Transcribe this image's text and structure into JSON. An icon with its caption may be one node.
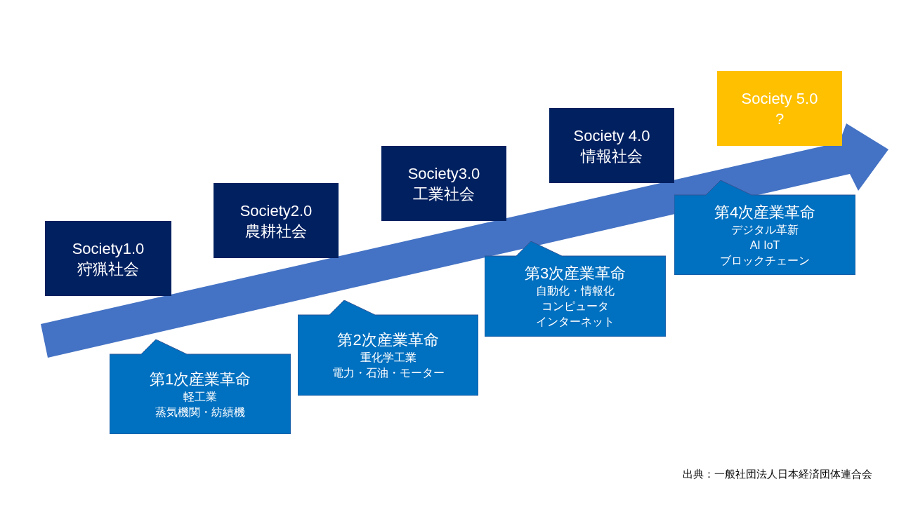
{
  "diagram": {
    "nodes": [
      {
        "text": [
          "Society1.0",
          "狩猟社会"
        ]
      },
      {
        "text": [
          "Society2.0",
          "農耕社会"
        ]
      },
      {
        "text": [
          "Society3.0",
          "工業社会"
        ]
      },
      {
        "text": [
          "Society 4.0",
          "情報社会"
        ]
      },
      {
        "text": [
          "Society 5.0",
          "?"
        ]
      },
      {
        "text": [
          "第1次産業革命",
          "軽工業",
          "蒸気機関・紡績機"
        ]
      },
      {
        "text": [
          "第2次産業革命",
          "重化学工業",
          "電力・石油・モーター"
        ]
      },
      {
        "text": [
          "第3次産業革命",
          "自動化・情報化",
          "コンピュータ",
          "インターネット"
        ]
      },
      {
        "text": [
          "第4次産業革命",
          "デジタル革新",
          "AI IoT",
          "ブロックチェーン"
        ]
      },
      {
        "text": [],
        "shape": "arrow"
      }
    ],
    "edges": [],
    "labels": [
      "出典：一般社団法人日本経済団体連合会"
    ]
  }
}
